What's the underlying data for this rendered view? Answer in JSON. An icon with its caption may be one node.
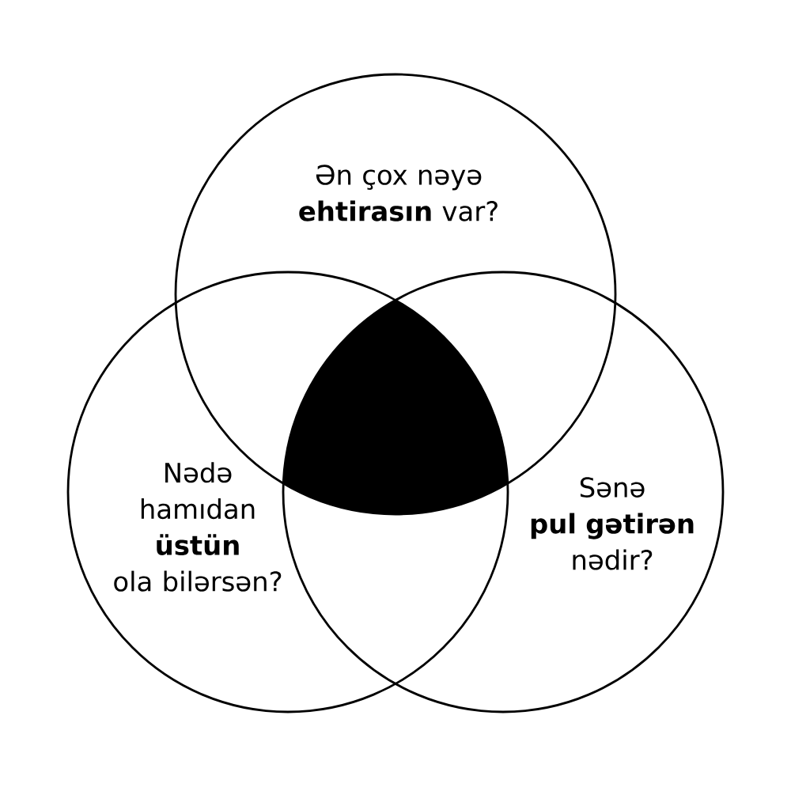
{
  "diagram": {
    "nodes": [
      {
        "text": [
          "Ən çox nəyə **ehtirasın** var?"
        ]
      },
      {
        "text": [
          "Nədə hamıdan **üstün** ola bilərsən?"
        ]
      },
      {
        "text": [
          "Sənə **pul gətirən** nədir?"
        ]
      },
      {
        "text": [],
        "shape": "triangle"
      }
    ]
  }
}
